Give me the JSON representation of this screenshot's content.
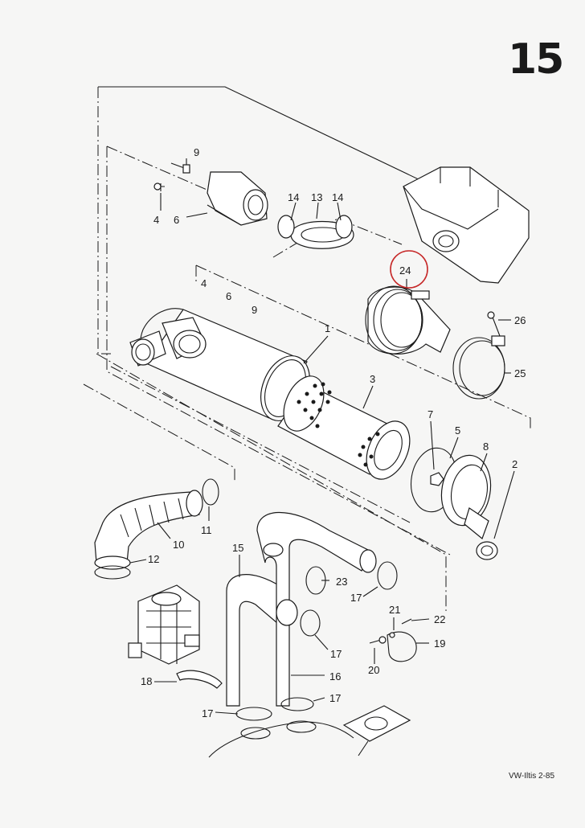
{
  "page_number": "15",
  "footer": "VW-Iltis 2-85",
  "highlight_color": "#c62828",
  "highlighted_part": "24",
  "part_labels": {
    "p1": "1",
    "p2": "2",
    "p3": "3",
    "p4a": "4",
    "p4b": "4",
    "p5": "5",
    "p6a": "6",
    "p6b": "6",
    "p7": "7",
    "p8": "8",
    "p9a": "9",
    "p9b": "9",
    "p10": "10",
    "p11": "11",
    "p12": "12",
    "p13": "13",
    "p14a": "14",
    "p14b": "14",
    "p15": "15",
    "p16": "16",
    "p17a": "17",
    "p17b": "17",
    "p17c": "17",
    "p17d": "17",
    "p18": "18",
    "p19": "19",
    "p20": "20",
    "p21": "21",
    "p22": "22",
    "p23": "23",
    "p24": "24",
    "p25": "25",
    "p26": "26"
  }
}
